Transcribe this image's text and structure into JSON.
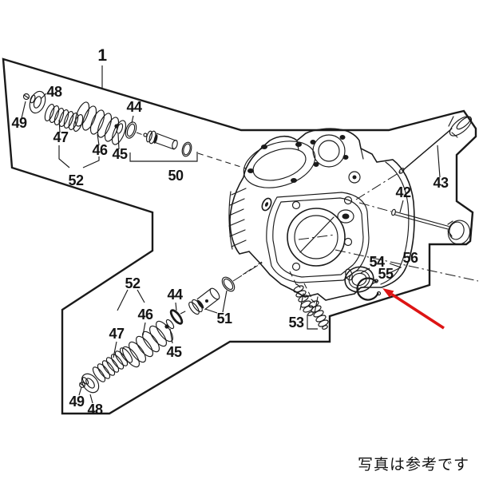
{
  "note": "写真は参考です",
  "colors": {
    "line": "#1a1a1a",
    "arrow": "#dd1414",
    "background": "#ffffff"
  },
  "labels": [
    {
      "text": "1"
    },
    {
      "text": "48"
    },
    {
      "text": "49"
    },
    {
      "text": "47"
    },
    {
      "text": "46"
    },
    {
      "text": "45"
    },
    {
      "text": "44"
    },
    {
      "text": "52"
    },
    {
      "text": "50"
    },
    {
      "text": "43"
    },
    {
      "text": "42"
    },
    {
      "text": "53"
    },
    {
      "text": "54"
    },
    {
      "text": "55"
    },
    {
      "text": "56"
    },
    {
      "text": "52"
    },
    {
      "text": "47"
    },
    {
      "text": "46"
    },
    {
      "text": "45"
    },
    {
      "text": "44"
    },
    {
      "text": "49"
    },
    {
      "text": "48"
    },
    {
      "text": "51"
    }
  ]
}
